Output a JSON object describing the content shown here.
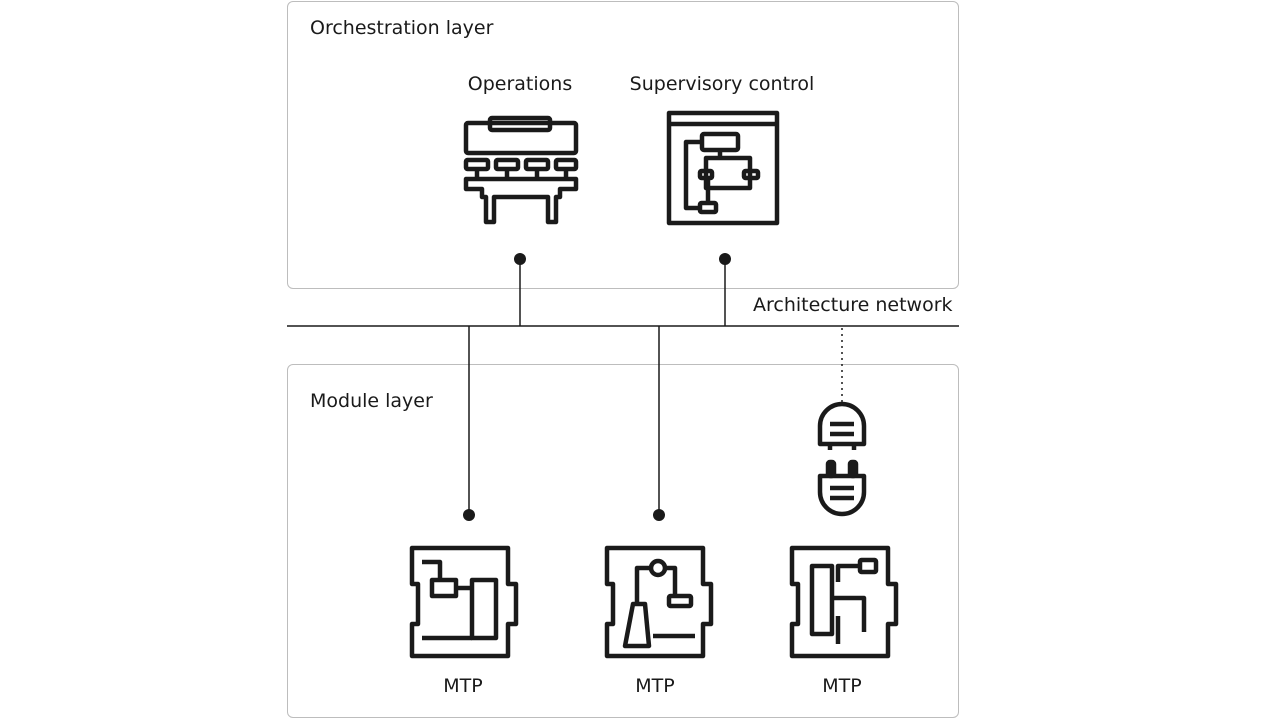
{
  "orchestration": {
    "title": "Orchestration layer",
    "operations_label": "Operations",
    "supervisory_label": "Supervisory control"
  },
  "network": {
    "label": "Architecture network"
  },
  "module": {
    "title": "Module layer",
    "modules": [
      {
        "label": "MTP"
      },
      {
        "label": "MTP"
      },
      {
        "label": "MTP"
      }
    ]
  },
  "colors": {
    "stroke": "#1a1a1a",
    "panel_border": "#bdbdbd"
  },
  "icons": [
    "operations-console-icon",
    "supervisory-control-icon",
    "plug-connector-icon",
    "mtp-module-icon"
  ]
}
